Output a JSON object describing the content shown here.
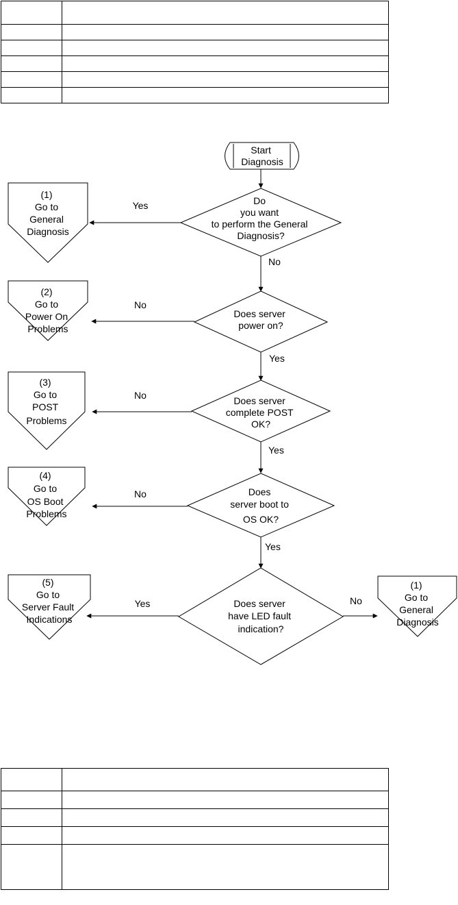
{
  "flowchart": {
    "start": {
      "lines": [
        "Start",
        "Diagnosis"
      ]
    },
    "decisions": {
      "general": {
        "lines": [
          "Do",
          "you want",
          "to perform the General",
          "Diagnosis?"
        ]
      },
      "power": {
        "lines": [
          "Does server",
          "power on?"
        ]
      },
      "post": {
        "lines": [
          "Does server",
          "complete POST",
          "OK?"
        ]
      },
      "os": {
        "lines": [
          "Does",
          "server boot to",
          "OS OK?"
        ]
      },
      "led": {
        "lines": [
          "Does server",
          "have LED fault",
          "indication?"
        ]
      }
    },
    "offpage": {
      "general_left": {
        "lines": [
          "(1)",
          "Go to",
          "General",
          "Diagnosis"
        ]
      },
      "power": {
        "lines": [
          "(2)",
          "Go to",
          "Power On",
          "Problems"
        ]
      },
      "post": {
        "lines": [
          "(3)",
          "Go to",
          "POST",
          "Problems"
        ]
      },
      "os": {
        "lines": [
          "(4)",
          "Go to",
          "OS Boot",
          "Problems"
        ]
      },
      "fault": {
        "lines": [
          "(5)",
          "Go to",
          "Server Fault",
          "Indications"
        ]
      },
      "general_right": {
        "lines": [
          "(1)",
          "Go to",
          "General",
          "Diagnosis"
        ]
      }
    },
    "edge_labels": {
      "general_yes": "Yes",
      "general_no": "No",
      "power_no": "No",
      "power_yes": "Yes",
      "post_no": "No",
      "post_yes": "Yes",
      "os_no": "No",
      "os_yes": "Yes",
      "led_yes": "Yes",
      "led_no": "No"
    }
  }
}
